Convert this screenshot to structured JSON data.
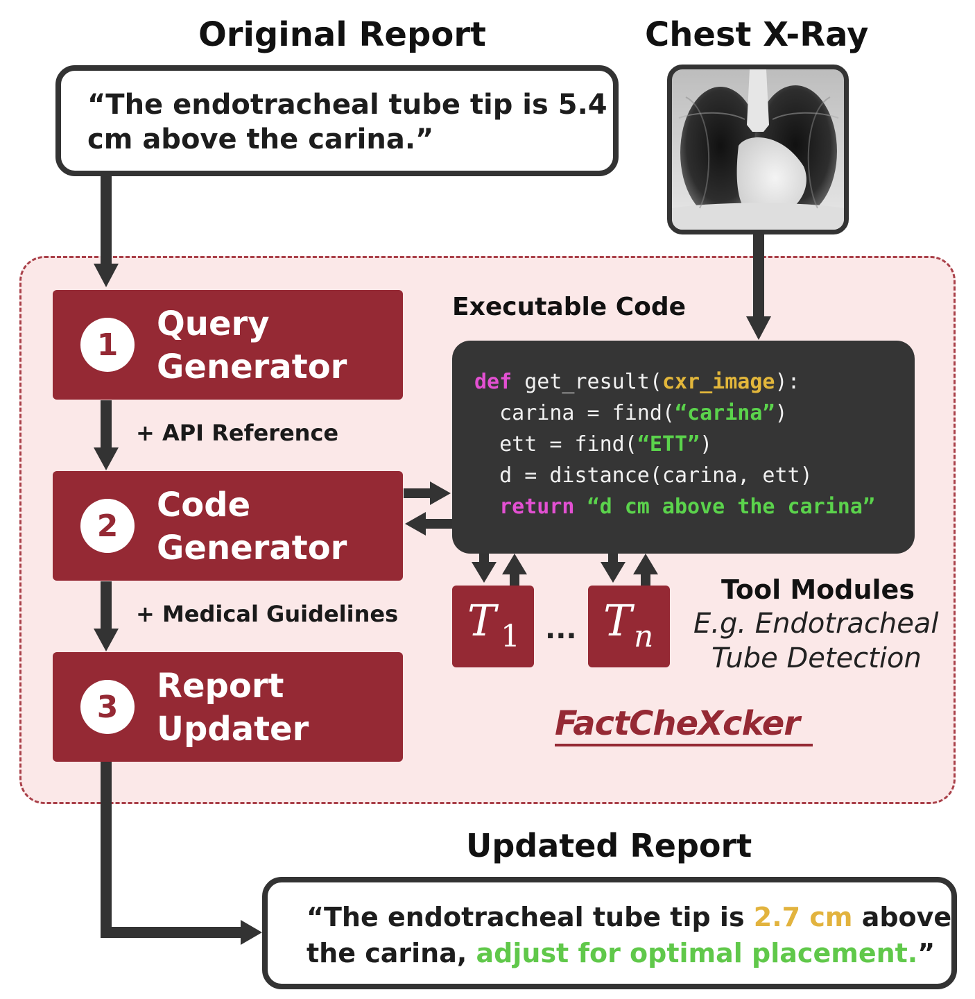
{
  "original_report": {
    "heading": "Original Report",
    "text": "“The endotracheal tube tip is 5.4 cm above the carina.”",
    "line1": "“The endotracheal tube tip is 5.4",
    "line2": "cm above the carina.”"
  },
  "chest_xray": {
    "heading": "Chest X-Ray",
    "image_description": "frontal chest radiograph"
  },
  "pipeline": {
    "modules": [
      {
        "number": "1",
        "line1": "Query",
        "line2": "Generator"
      },
      {
        "number": "2",
        "line1": "Code",
        "line2": "Generator"
      },
      {
        "number": "3",
        "line1": "Report",
        "line2": "Updater"
      }
    ],
    "notes": [
      "+ API Reference",
      "+ Medical Guidelines"
    ]
  },
  "executable_code": {
    "heading": "Executable Code",
    "lines": [
      {
        "kw": "def",
        "fn": " get_result(",
        "param": "cxr_image",
        "end": "):"
      },
      {
        "pre": "  carina = find(",
        "str": "“carina”",
        "end": ")"
      },
      {
        "pre": "  ett = find(",
        "str": "“ETT”",
        "end": ")"
      },
      {
        "pre": "  d = distance(carina, ett)"
      },
      {
        "kw": "  return",
        "str": " “d cm above the carina”"
      }
    ]
  },
  "tool_modules": {
    "title": "Tool Modules",
    "desc_line1": "E.g. Endotracheal",
    "desc_line2": "Tube Detection",
    "tools": [
      {
        "symbol": "T",
        "sub": "1"
      },
      {
        "symbol": "T",
        "sub": "n"
      }
    ],
    "ellipsis": "..."
  },
  "brand": "FactCheXcker",
  "updated_report": {
    "heading": "Updated Report",
    "l1_pre": "“The endotracheal tube tip is ",
    "l1_num": "2.7 cm",
    "l1_post": " above",
    "l2_pre": "the carina, ",
    "l2_green": "adjust for optimal placement.",
    "l2_post": "”"
  },
  "colors": {
    "module_red": "#952934",
    "system_bg": "#fbe8e8",
    "code_bg": "#353535",
    "keyword": "#e350d2",
    "param": "#e3b73b",
    "string": "#5bd34c",
    "highlight_number": "#e2b33e",
    "highlight_green": "#60c84a"
  }
}
